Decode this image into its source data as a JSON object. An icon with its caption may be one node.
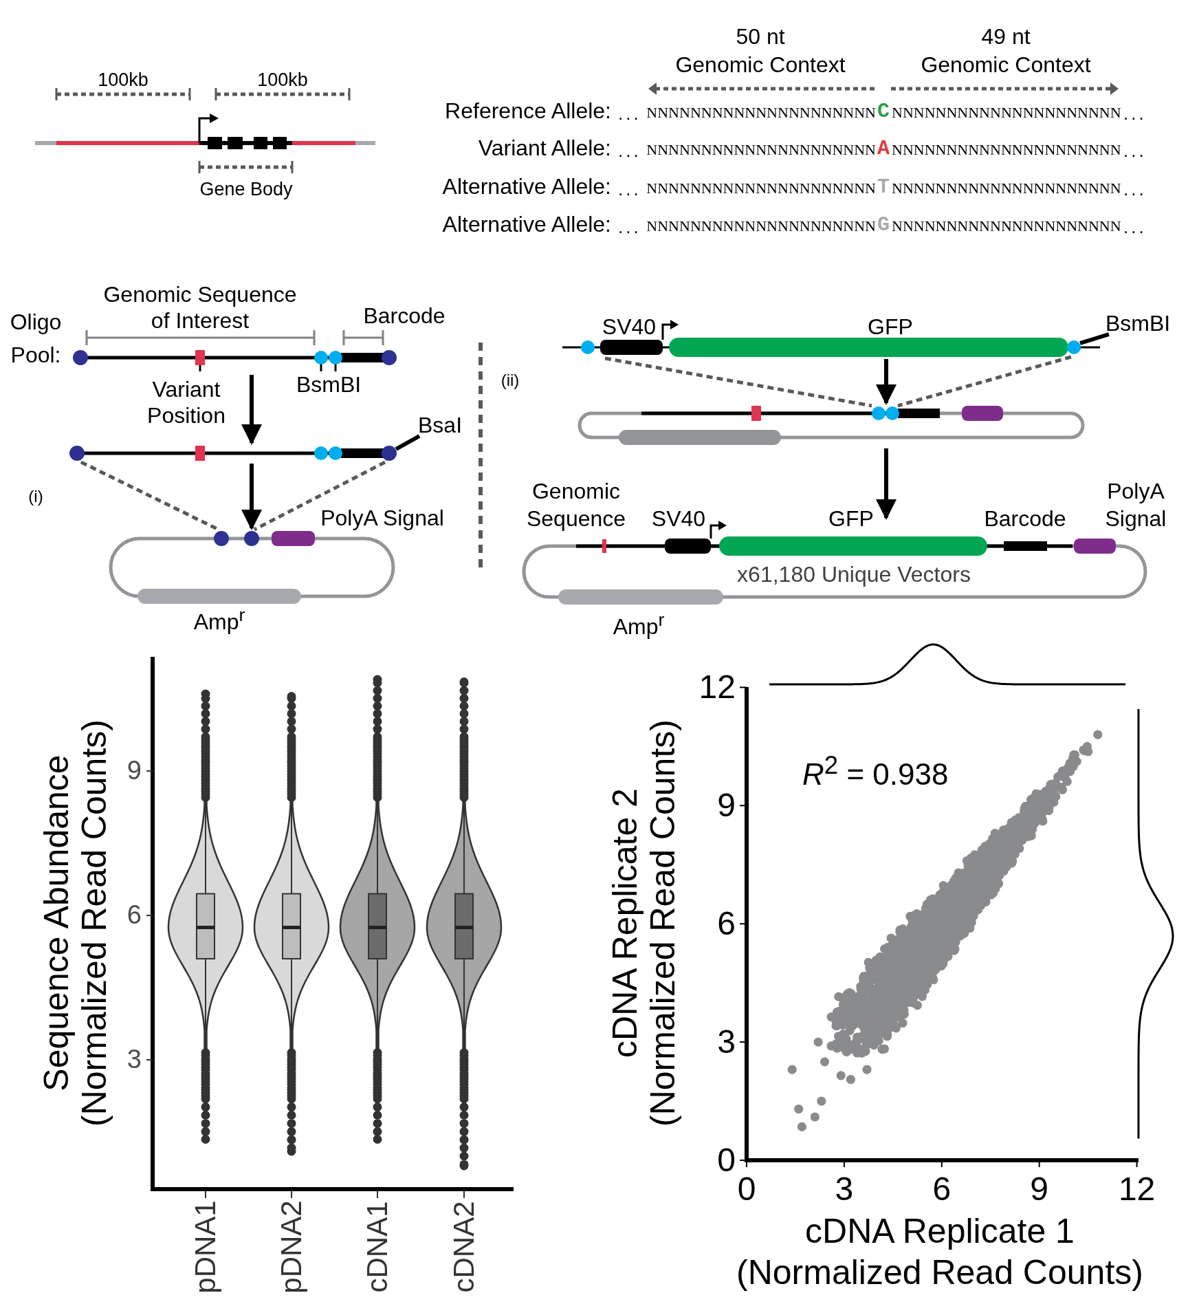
{
  "diagram": {
    "nodes": [
      {
        "text": [],
        "shape": "bar"
      },
      {
        "text": [],
        "shape": "bar"
      },
      {
        "text": [],
        "shape": "box"
      },
      {
        "text": [],
        "shape": "bar"
      },
      {
        "text": [],
        "shape": "box"
      },
      {
        "text": [],
        "shape": "box"
      },
      {
        "text": [
          "BsaI"
        ]
      },
      {
        "text": [
          "BsmBI"
        ]
      }
    ],
    "edges": [
      {
        "from": 0,
        "to": 1,
        "arrow": "to"
      },
      {
        "from": 1,
        "to": 2,
        "arrow": "to"
      },
      {
        "from": 1,
        "to": 2,
        "arrow": "none",
        "style": "dashed",
        "color": "#58595b"
      },
      {
        "from": 1,
        "to": 2,
        "arrow": "none",
        "style": "dashed",
        "color": "#58595b"
      },
      {
        "from": 6,
        "to": 1,
        "arrow": "none"
      },
      {
        "from": 3,
        "to": 4,
        "arrow": "to"
      },
      {
        "from": 3,
        "to": 4,
        "arrow": "none",
        "style": "dashed",
        "color": "#58595b"
      },
      {
        "from": 3,
        "to": 4,
        "arrow": "none",
        "style": "dashed",
        "color": "#58595b"
      },
      {
        "from": 4,
        "to": 5,
        "arrow": "to"
      },
      {
        "from": 7,
        "to": 3,
        "arrow": "none"
      }
    ],
    "labels": [
      "100kb",
      "100kb",
      "50 nt",
      "49 nt",
      "Genomic Context",
      "Genomic Context",
      "Gene Body",
      "Reference Allele:",
      "...",
      "NNNNNNNNNNNNNNNNNNNNN",
      "C",
      "NNNNNNNNNNNNNNNNNNNNN",
      "...",
      "Variant Allele:",
      "...",
      "NNNNNNNNNNNNNNNNNNNNN",
      "A",
      "NNNNNNNNNNNNNNNNNNNNN",
      "...",
      "Alternative Allele:",
      "...",
      "NNNNNNNNNNNNNNNNNNNNN",
      "T",
      "NNNNNNNNNNNNNNNNNNNNN",
      "...",
      "Alternative Allele:",
      "...",
      "NNNNNNNNNNNNNNNNNNNNN",
      "G",
      "NNNNNNNNNNNNNNNNNNNNN",
      "...",
      "Genomic Sequence of Interest",
      "Oligo Pool:",
      "Barcode",
      "Variant Position",
      "BsmBI",
      "(i)",
      "PolyA Signal",
      "Amp$^{r}$",
      "SV40",
      "GFP",
      "(ii)",
      "Genomic Sequence",
      "SV40",
      "GFP",
      "Barcode",
      "PolyA Signal",
      "x61,180 Unique Vectors",
      "Amp$^{r}$",
      "Sequence Abundance (Normalized Read Counts)",
      "9",
      "6",
      "3",
      "pDNA1",
      "pDNA2",
      "cDNA1",
      "cDNA2",
      "12",
      "9",
      "6",
      "3",
      "0",
      "*R*$^{2}$ = 0.938",
      "0",
      "3",
      "6",
      "9",
      "12",
      "cDNA Replicate 2 (Normalized Read Counts)",
      "cDNA Replicate 1 (Normalized Read Counts)"
    ]
  }
}
